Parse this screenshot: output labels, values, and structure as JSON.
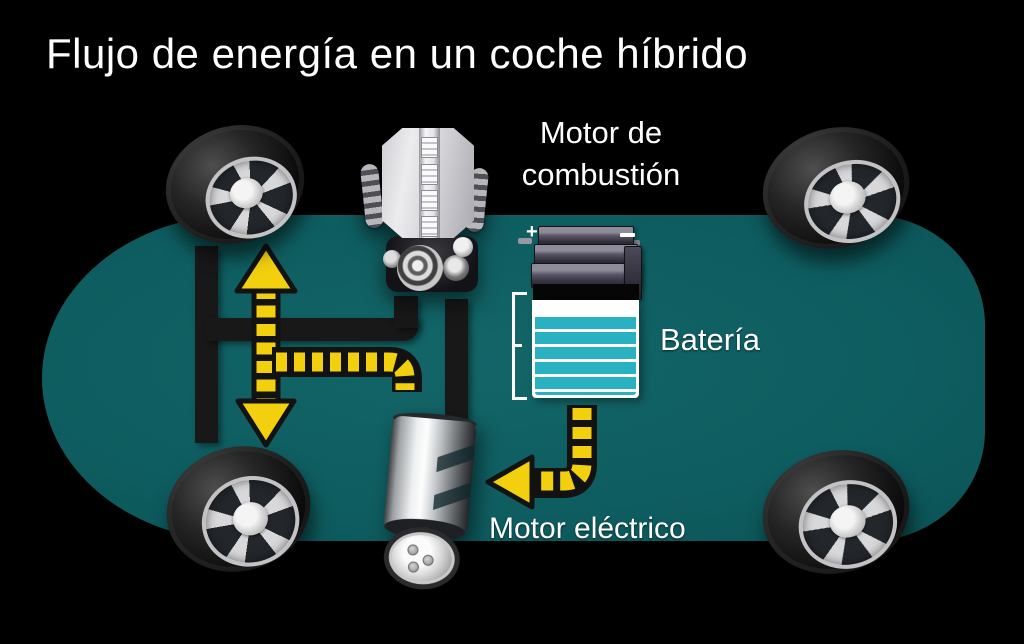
{
  "title": "Flujo de energía en un coche híbrido",
  "labels": {
    "combustion_engine": "Motor de combustión",
    "battery": "Batería",
    "electric_motor": "Motor eléctrico"
  },
  "battery_terminals": {
    "positive": "+",
    "negative": "−"
  },
  "arrows": [
    {
      "name": "axle-double-arrow",
      "description": "double-headed yellow dashed arrow along the left axle pointing to front and rear wheels"
    },
    {
      "name": "axle-branch-arrow",
      "description": "yellow dashed elbow from the axle arrow toward the drive shaft / electric motor"
    },
    {
      "name": "battery-to-motor-arrow",
      "description": "yellow dashed elbow arrow from the battery pointing left into the electric motor"
    }
  ],
  "colors": {
    "background": "#000000",
    "car_body": "#0e5d60",
    "flow_arrow_yellow": "#f2d00e",
    "arrow_outline": "#121212",
    "battery_cell_cyan": "#29b1c1",
    "drivetrain_black": "#181818",
    "text": "#ffffff"
  }
}
